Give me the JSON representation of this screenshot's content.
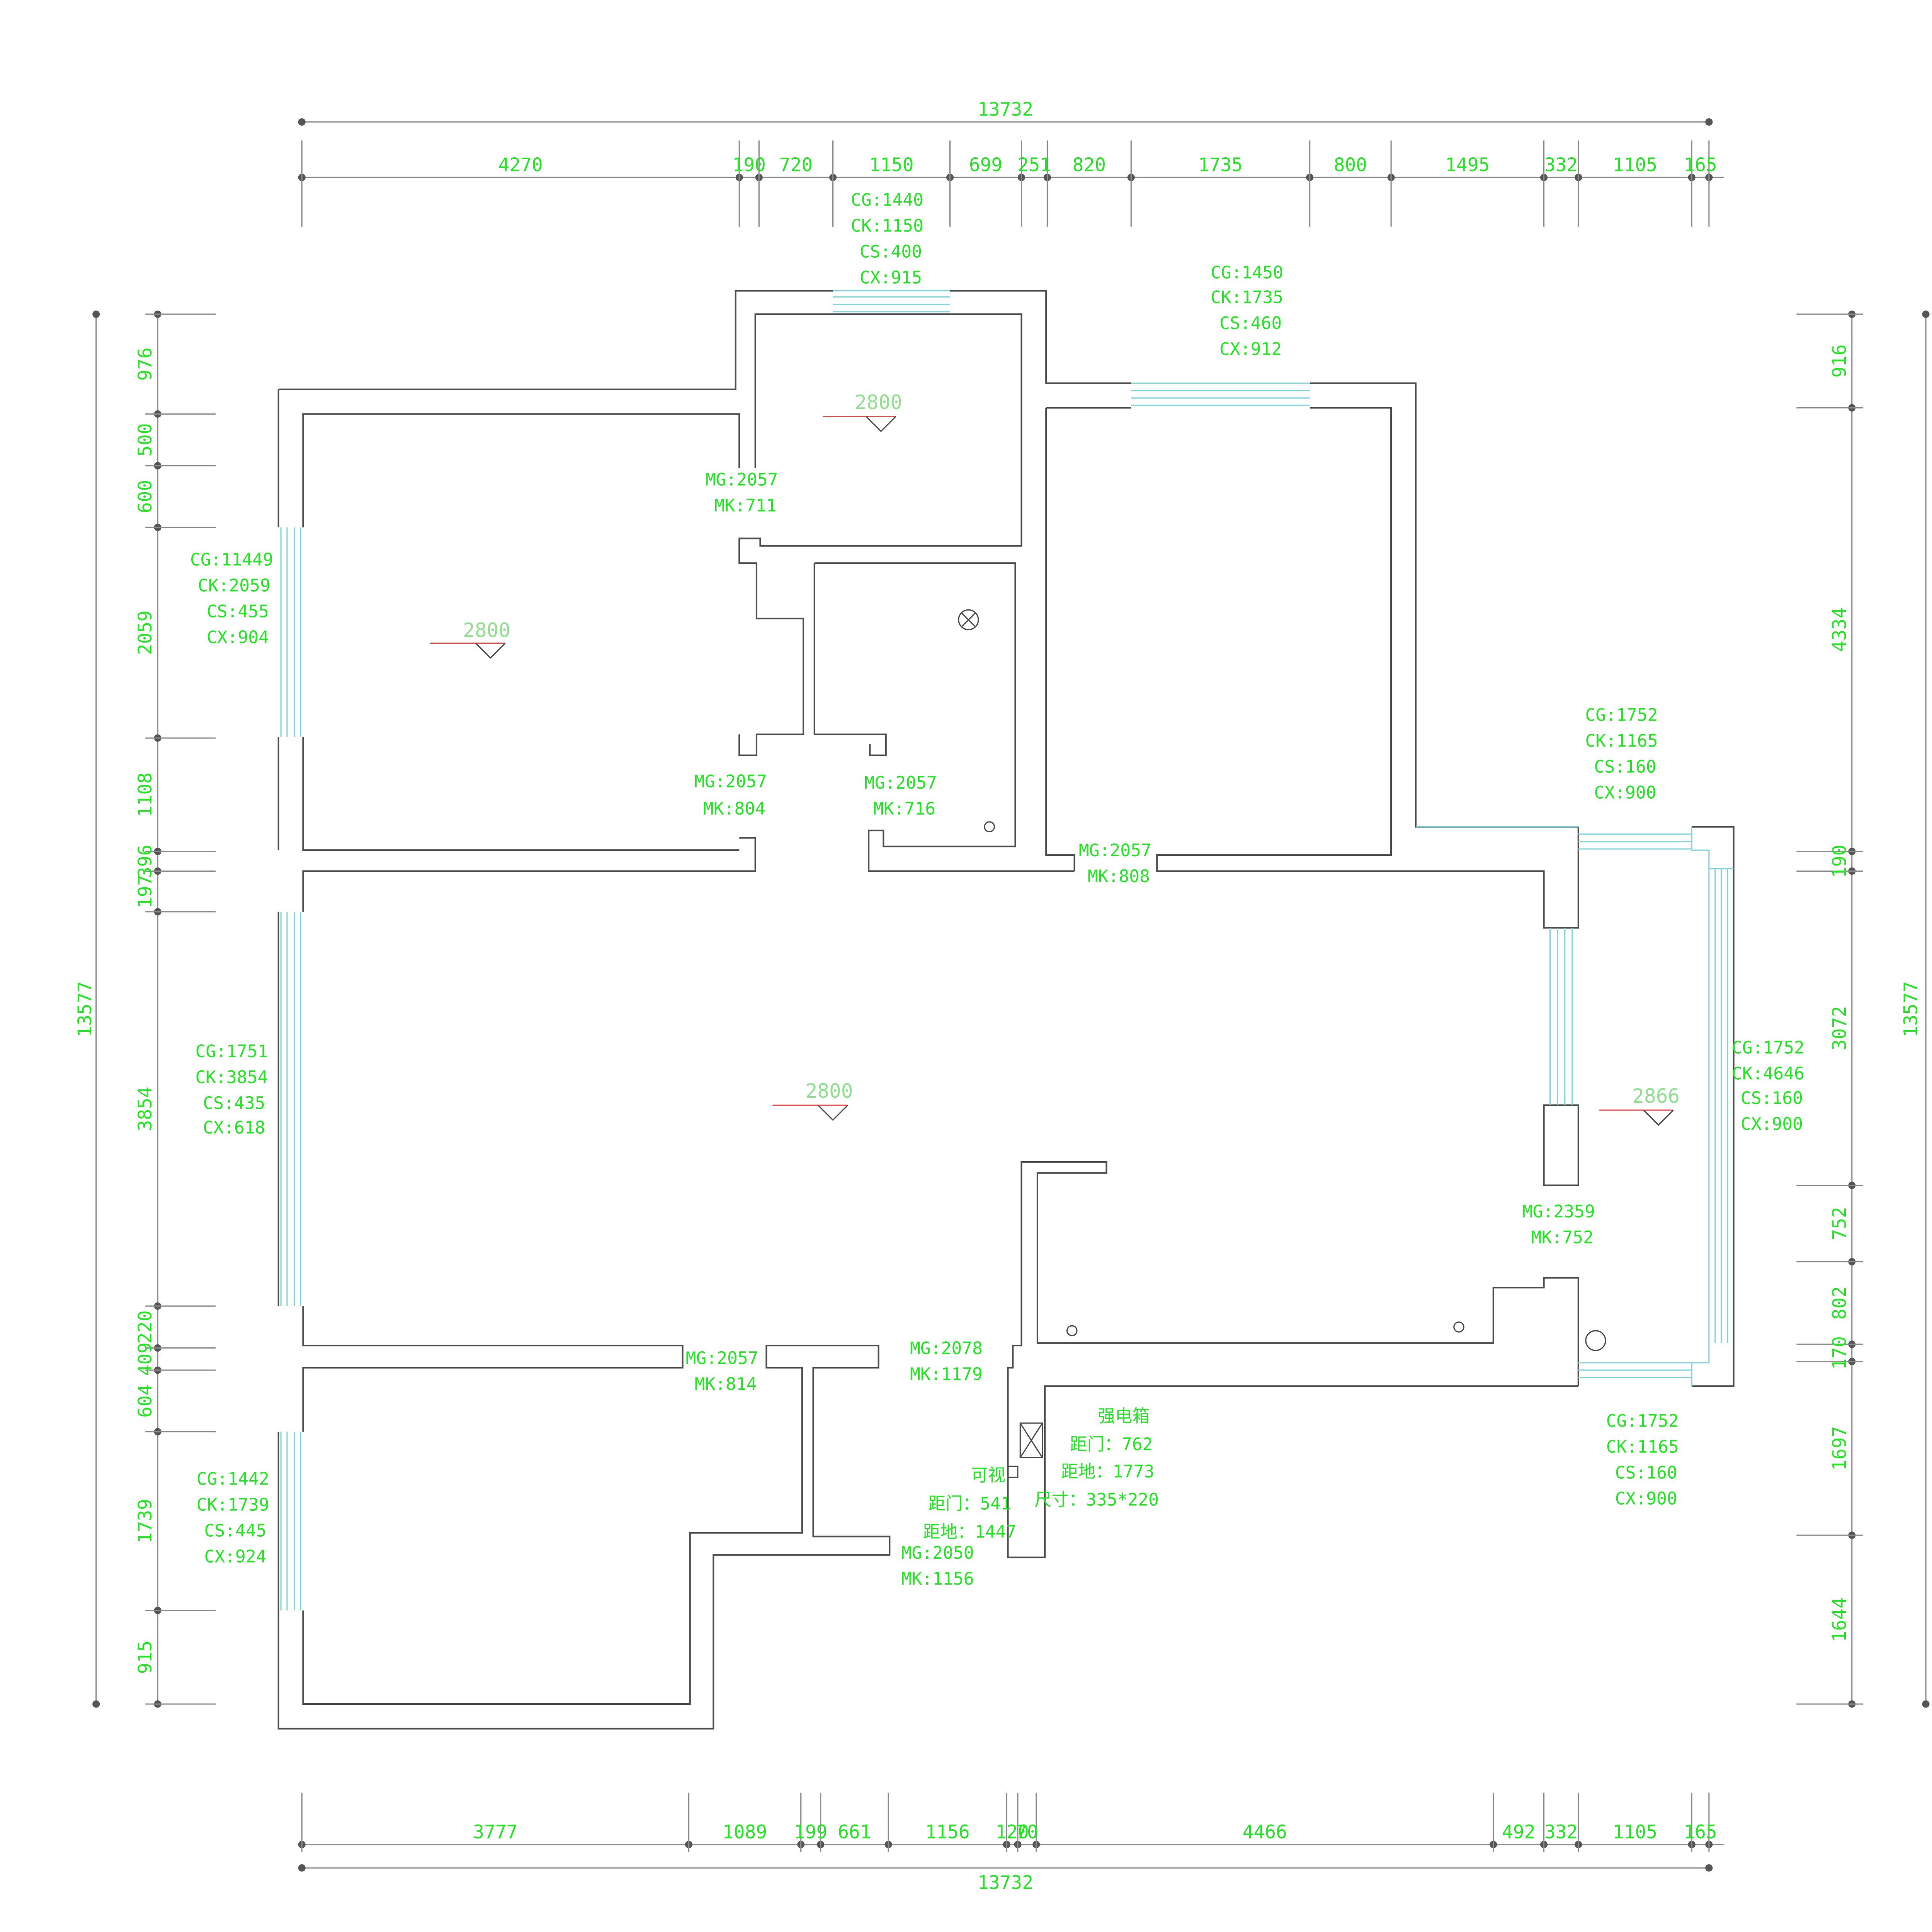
{
  "colors": {
    "background": "#ffffff",
    "wall": "#4d4d4d",
    "dimension_line": "#8c8c8c",
    "dimension_text": "#22e622",
    "window": "#7fd6dc",
    "ceiling_marker": "#e05050",
    "ceiling_text": "#8fe08f"
  },
  "dimensions": {
    "top_total": "13732",
    "top_segments": [
      "4270",
      "190",
      "720",
      "1150",
      "699",
      "251",
      "820",
      "1735",
      "800",
      "1495",
      "332",
      "1105",
      "165"
    ],
    "bottom_total": "13732",
    "bottom_segments": [
      "3777",
      "1089",
      "199",
      "661",
      "1156",
      "120",
      "70",
      "4466",
      "492",
      "332",
      "1105",
      "165"
    ],
    "left_total": "13577",
    "left_segments": [
      "976",
      "500",
      "600",
      "2059",
      "1108",
      "396",
      "197",
      "3854",
      "220",
      "409",
      "604",
      "1739",
      "915"
    ],
    "right_total": "13577",
    "right_segments": [
      "916",
      "4334",
      "190",
      "3072",
      "752",
      "802",
      "170",
      "1697",
      "1644"
    ]
  },
  "window_labels": [
    {
      "lines": [
        "CG:1440",
        "CK:1150",
        "CS:400",
        "CX:915"
      ]
    },
    {
      "lines": [
        "CG:1450",
        "CK:1735",
        "CS:460",
        "CX:912"
      ]
    },
    {
      "lines": [
        "CG:11449",
        "CK:2059",
        "CS:455",
        "CX:904"
      ]
    },
    {
      "lines": [
        "CG:1752",
        "CK:1165",
        "CS:160",
        "CX:900"
      ]
    },
    {
      "lines": [
        "CG:1751",
        "CK:3854",
        "CS:435",
        "CX:618"
      ]
    },
    {
      "lines": [
        "CG:1752",
        "CK:4646",
        "CS:160",
        "CX:900"
      ]
    },
    {
      "lines": [
        "CG:1442",
        "CK:1739",
        "CS:445",
        "CX:924"
      ]
    },
    {
      "lines": [
        "CG:1752",
        "CK:1165",
        "CS:160",
        "CX:900"
      ]
    }
  ],
  "door_labels": [
    {
      "lines": [
        "MG:2057",
        "MK:711"
      ]
    },
    {
      "lines": [
        "MG:2057",
        "MK:804"
      ]
    },
    {
      "lines": [
        "MG:2057",
        "MK:716"
      ]
    },
    {
      "lines": [
        "MG:2057",
        "MK:808"
      ]
    },
    {
      "lines": [
        "MG:2359",
        "MK:752"
      ]
    },
    {
      "lines": [
        "MG:2057",
        "MK:814"
      ]
    },
    {
      "lines": [
        "MG:2078",
        "MK:1179"
      ]
    },
    {
      "lines": [
        "MG:2050",
        "MK:1156"
      ]
    }
  ],
  "ceiling_heights": [
    "2800",
    "2800",
    "2800",
    "2866"
  ],
  "panel_notes": {
    "distribution_box": [
      "强电箱",
      "距门：762",
      "距地：1773",
      "尺寸：335*220"
    ],
    "intercom": [
      "可视",
      "距门：541",
      "距地：1447"
    ]
  }
}
